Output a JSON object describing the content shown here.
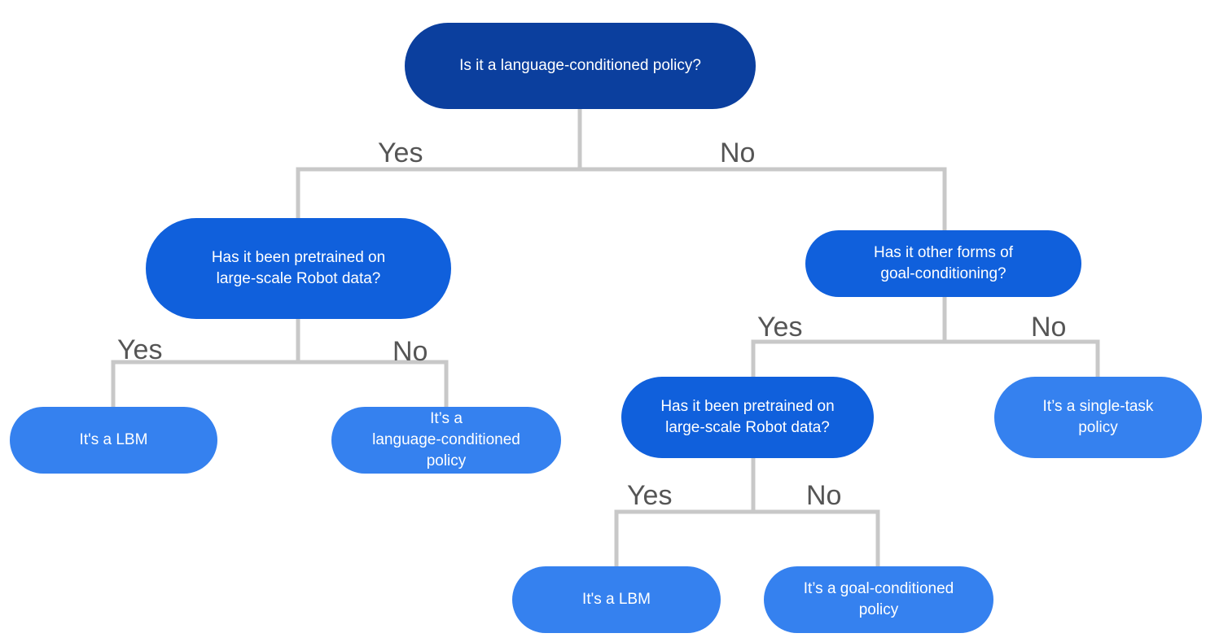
{
  "nodes": {
    "root": {
      "text": "Is it a language-conditioned policy?"
    },
    "pretrained_left": {
      "text": "Has it been pretrained on\nlarge-scale Robot data?"
    },
    "other_goal": {
      "text": "Has it other forms of\ngoal-conditioning?"
    },
    "lbm_left": {
      "text": "It's a LBM"
    },
    "lang_policy": {
      "text": "It’s a\nlanguage-conditioned\npolicy"
    },
    "pretrained_right": {
      "text": "Has it been pretrained on\nlarge-scale Robot data?"
    },
    "single_task": {
      "text": "It’s a single-task\npolicy"
    },
    "lbm_right": {
      "text": "It's a LBM"
    },
    "goal_policy": {
      "text": "It’s a goal-conditioned\npolicy"
    }
  },
  "branch_labels": {
    "root_yes": "Yes",
    "root_no": "No",
    "left_yes": "Yes",
    "left_no": "No",
    "right_yes": "Yes",
    "right_no": "No",
    "bottom_yes": "Yes",
    "bottom_no": "No"
  },
  "colors": {
    "level0": "#0b3f9e",
    "level1": "#1060dc",
    "level2": "#3581ef",
    "connector": "#c8c8c8",
    "label": "#555555"
  }
}
